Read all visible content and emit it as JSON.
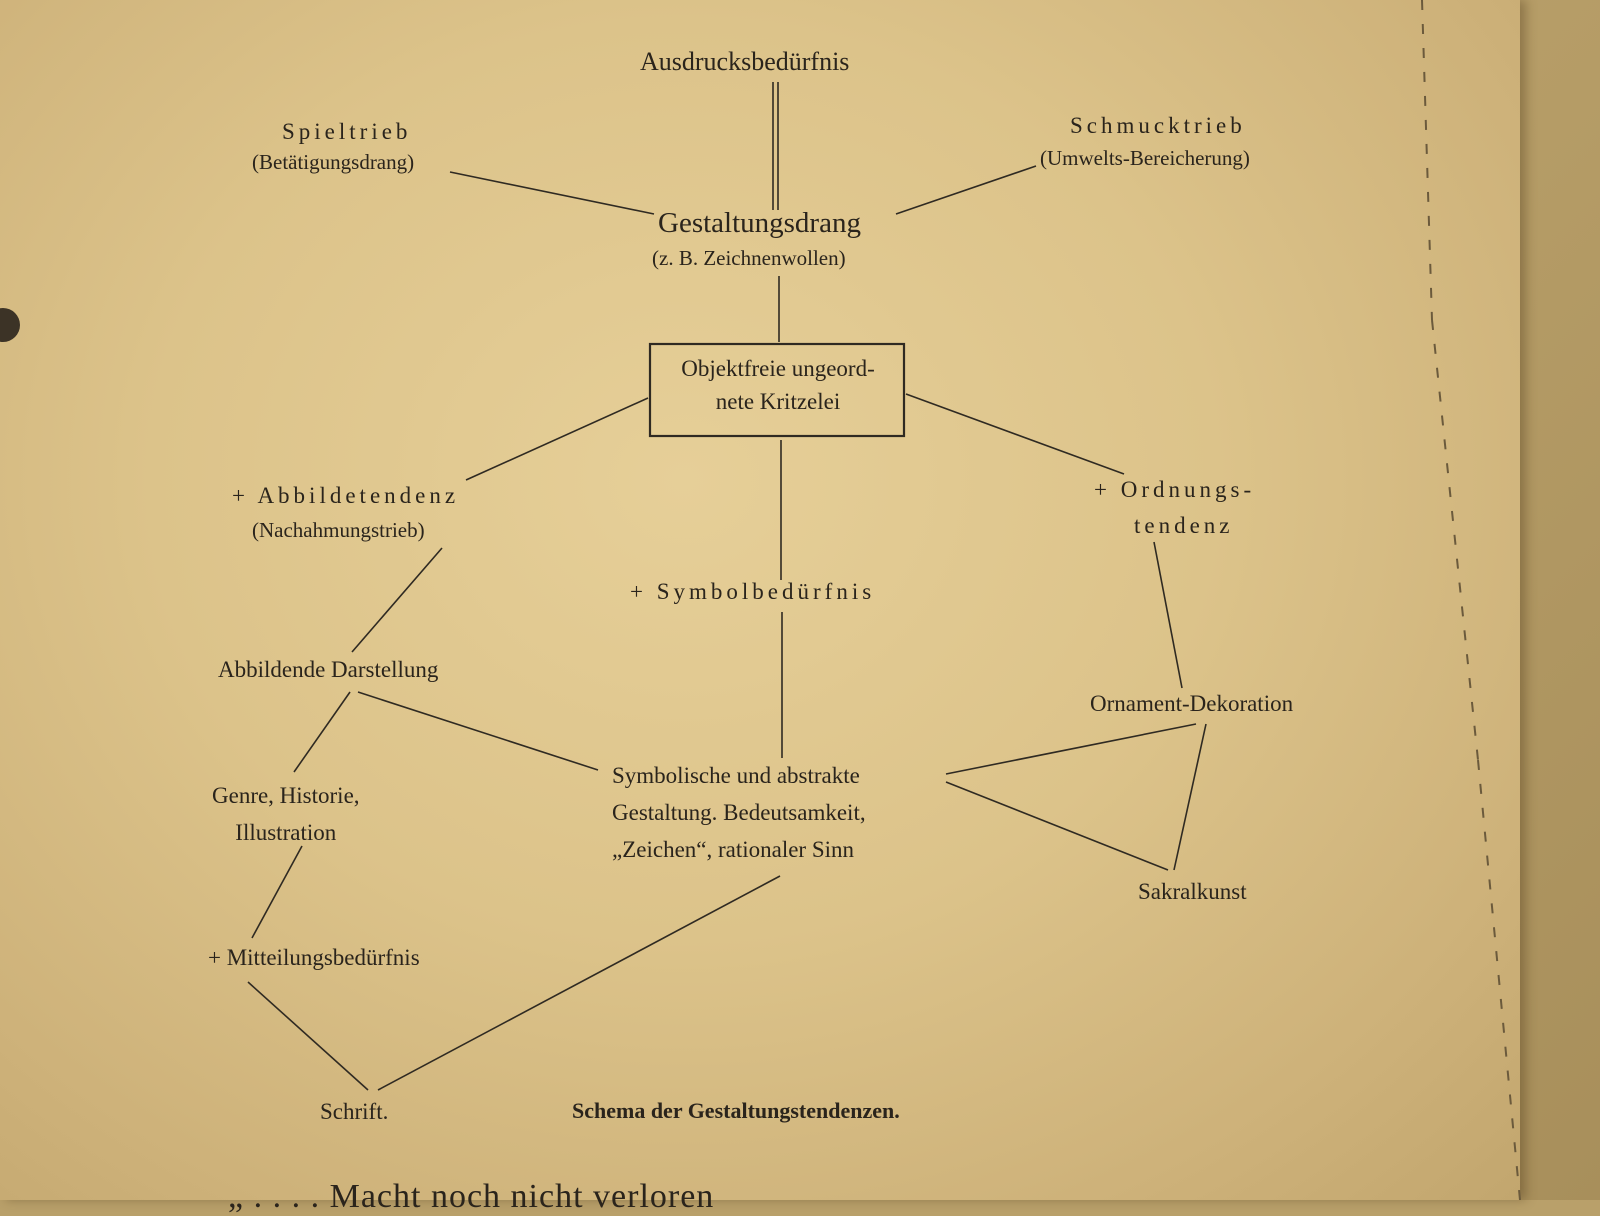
{
  "nodes": {
    "ausdrucksbeduerfnis": "Ausdrucksbedürfnis",
    "spieltrieb": "Spieltrieb",
    "spieltrieb_sub": "(Betätigungsdrang)",
    "schmucktrieb": "Schmucktrieb",
    "schmucktrieb_sub": "(Umwelts-Bereicherung)",
    "gestaltungsdrang": "Gestaltungsdrang",
    "gestaltungsdrang_sub": "(z. B. Zeichnenwollen)",
    "kritzelei_line1": "Objektfreie ungeord-",
    "kritzelei_line2": "nete Kritzelei",
    "abbildetendenz": "+ Abbildetendenz",
    "abbildetendenz_sub": "(Nachahmungstrieb)",
    "ordnungstendenz_line1": "+ Ordnungs-",
    "ordnungstendenz_line2": "tendenz",
    "symbolbeduerfnis": "+ Symbolbedürfnis",
    "abbildende_darstellung": "Abbildende Darstellung",
    "ornament_dekoration": "Ornament-Dekoration",
    "symbolische_line1": "Symbolische und abstrakte",
    "symbolische_line2": "Gestaltung. Bedeutsamkeit,",
    "symbolische_line3": "„Zeichen“, rationaler Sinn",
    "genre_line1": "Genre, Historie,",
    "genre_line2": "Illustration",
    "sakralkunst": "Sakralkunst",
    "mitteilungsbeduerfnis": "+ Mitteilungsbedürfnis",
    "schrift": "Schrift."
  },
  "caption": "Schema der Gestaltungstendenzen.",
  "partial_text_bottom": "„ . . . . Macht noch nicht verloren"
}
